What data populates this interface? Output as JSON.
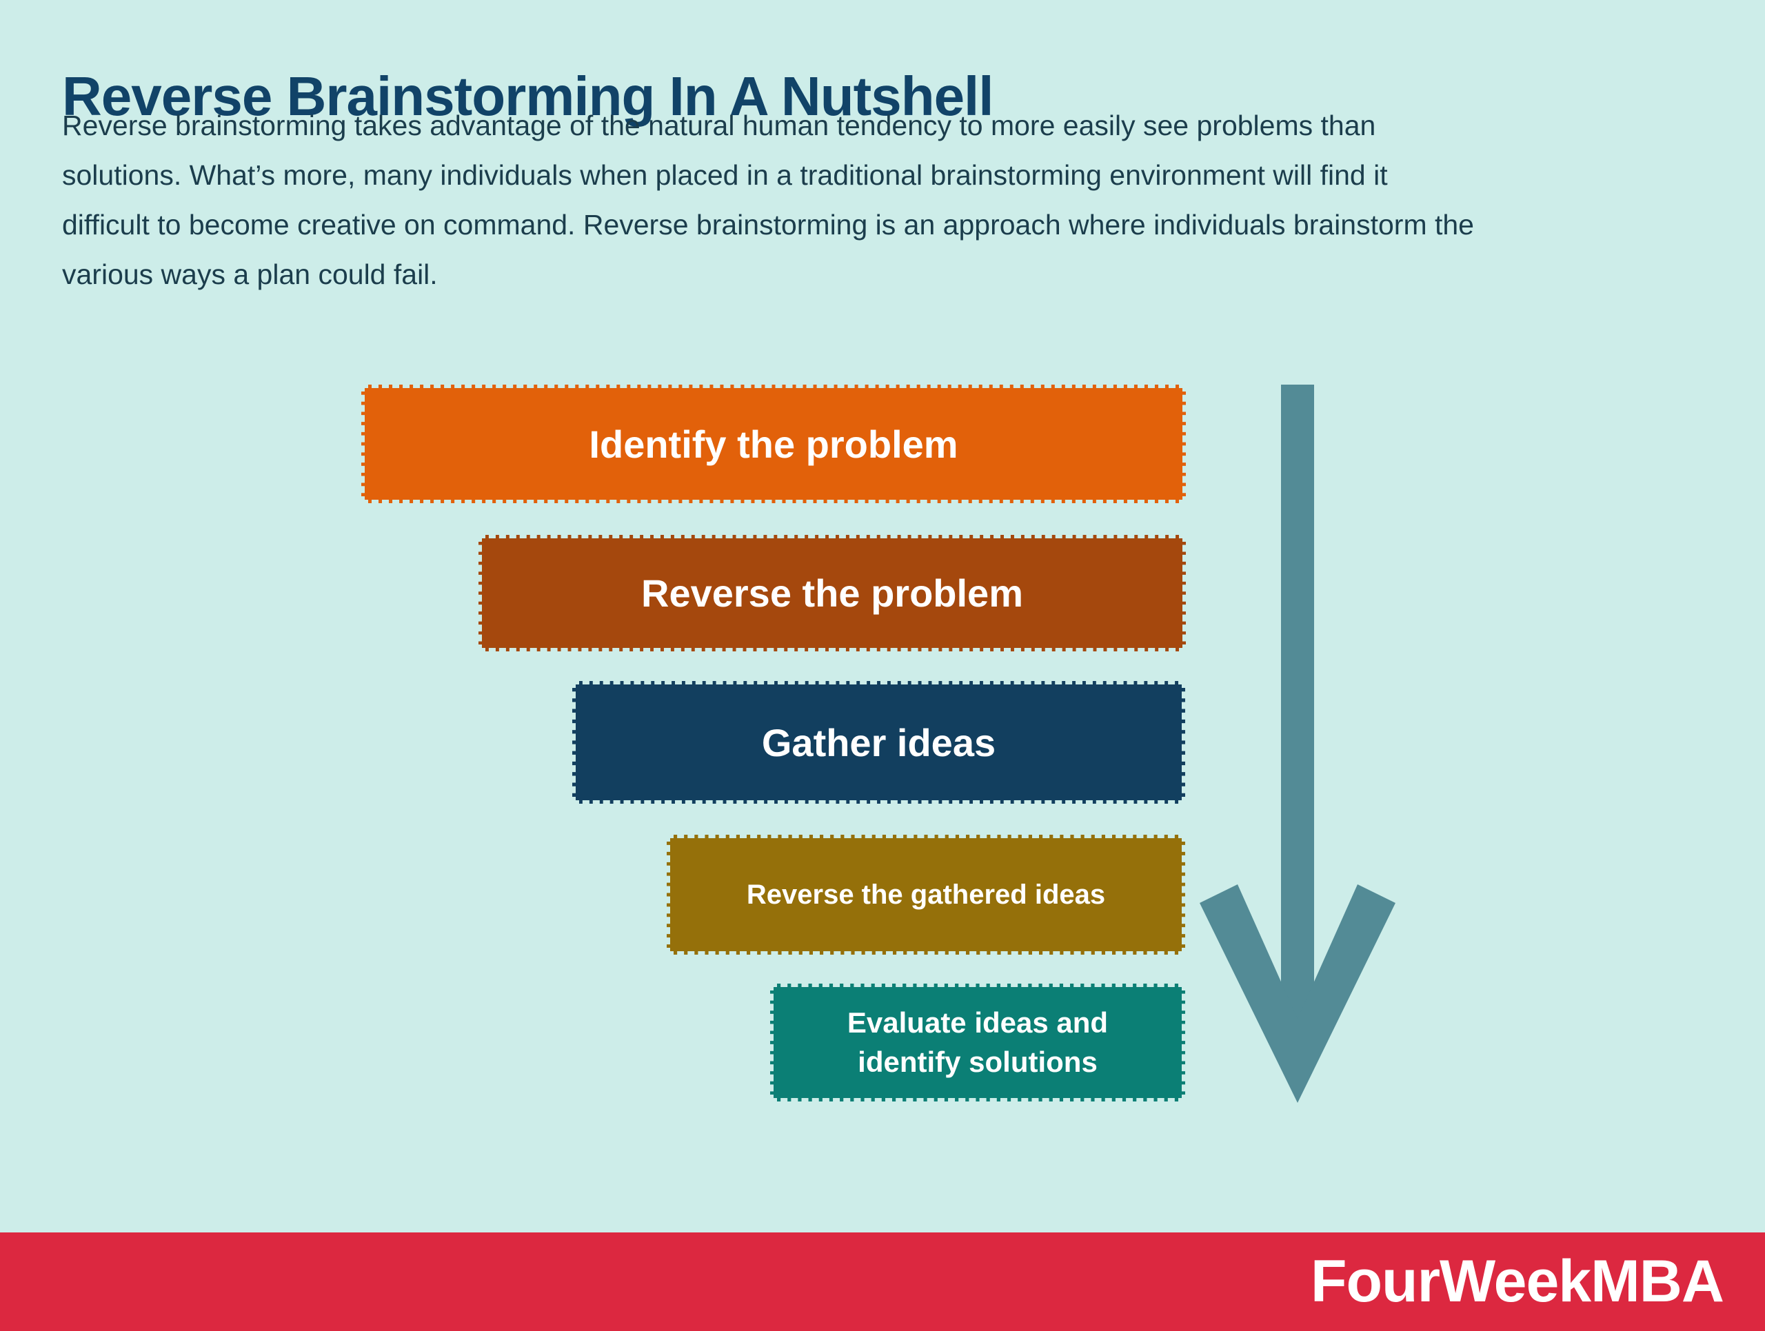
{
  "page": {
    "title": "Reverse Brainstorming In A Nutshell",
    "description_lines": [
      "Reverse brainstorming takes advantage of the natural human tendency to more easily see problems than",
      "solutions. What’s more, many individuals when placed in a traditional brainstorming environment will find it",
      "difficult to become creative on command. Reverse brainstorming is an approach where individuals brainstorm the",
      "various ways a plan could fail."
    ]
  },
  "colors": {
    "background": "#CDEDE9",
    "title_text": "#114368",
    "body_text": "#1B3D4C"
  },
  "funnel": {
    "steps": [
      {
        "label": "Identify the problem",
        "color": "#E2610A"
      },
      {
        "label": "Reverse the problem",
        "color": "#A5480D"
      },
      {
        "label": "Gather ideas",
        "color": "#123F5F"
      },
      {
        "label": "Reverse the gathered ideas",
        "color": "#95700A"
      },
      {
        "label": "Evaluate ideas and\nidentify solutions",
        "color": "#0B7F75"
      }
    ],
    "arrow_color": "#538B96"
  },
  "footer": {
    "brand": "FourWeekMBA",
    "background": "#DC2840",
    "text_color": "#FFFFFF"
  }
}
